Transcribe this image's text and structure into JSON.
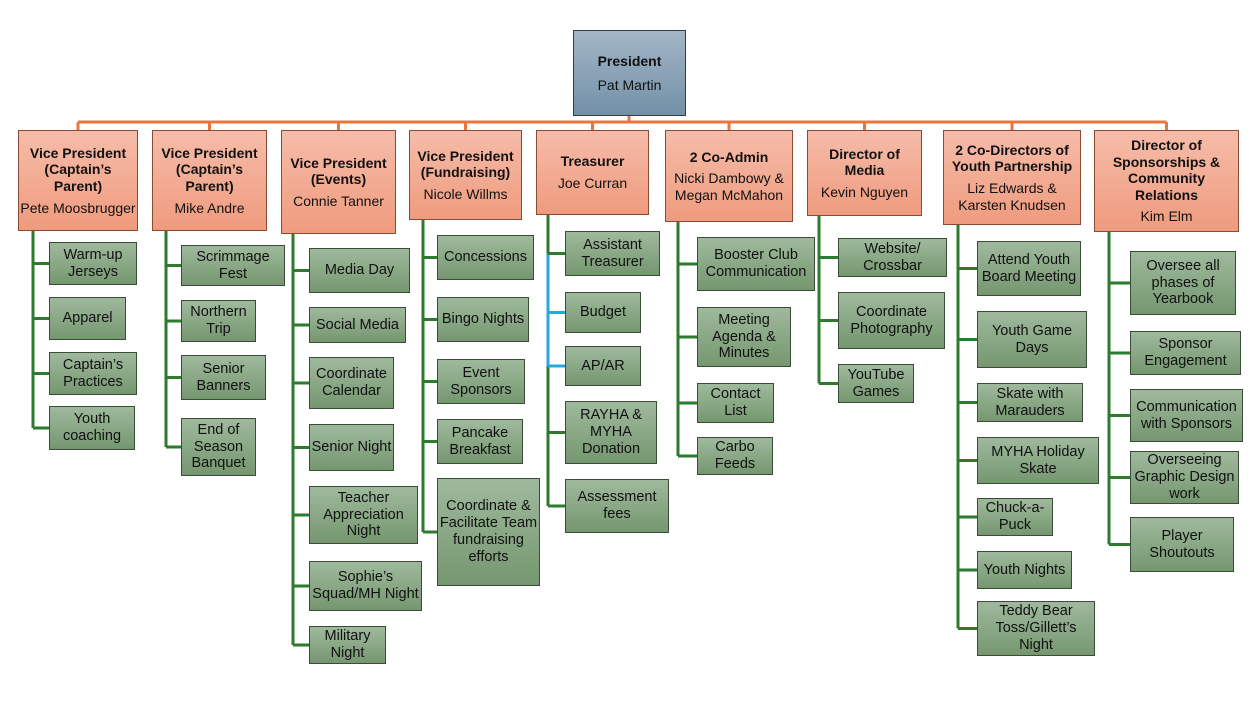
{
  "president": {
    "title": "President",
    "name": "Pat Martin"
  },
  "colors": {
    "top_connector": "#e8773e",
    "sub_connector": "#2e7a2e",
    "highlight_connector": "#29a8e0",
    "president_fill": "#8aa2b6",
    "head_fill": "#f3ab92",
    "task_fill": "#8aa886"
  },
  "departments": [
    {
      "title": "Vice President (Captain’s Parent)",
      "name": "Pete Moosbrugger",
      "tasks": [
        "Warm-up Jerseys",
        "Apparel",
        "Captain’s Practices",
        "Youth coaching"
      ]
    },
    {
      "title": "Vice President (Captain’s Parent)",
      "name": "Mike Andre",
      "tasks": [
        "Scrimmage Fest",
        "Northern Trip",
        "Senior Banners",
        "End of Season Banquet"
      ]
    },
    {
      "title": "Vice President (Events)",
      "name": "Connie Tanner",
      "tasks": [
        "Media Day",
        "Social Media",
        "Coordinate Calendar",
        "Senior Night",
        "Teacher Appreciation Night",
        "Sophie’s Squad/MH Night",
        "Military Night"
      ]
    },
    {
      "title": "Vice President (Fundraising)",
      "name": "Nicole Willms",
      "tasks": [
        "Concessions",
        "Bingo Nights",
        "Event Sponsors",
        "Pancake Breakfast",
        "Coordinate & Facilitate Team fundraising efforts"
      ]
    },
    {
      "title": "Treasurer",
      "name": "Joe Curran",
      "tasks": [
        "Assistant Treasurer",
        "Budget",
        "AP/AR",
        "RAYHA & MYHA Donation",
        "Assessment fees"
      ]
    },
    {
      "title": "2 Co-Admin",
      "name": "Nicki Dambowy & Megan McMahon",
      "tasks": [
        "Booster Club Communication",
        "Meeting Agenda & Minutes",
        "Contact List",
        "Carbo Feeds"
      ]
    },
    {
      "title": "Director of Media",
      "name": "Kevin Nguyen",
      "tasks": [
        "Website/ Crossbar",
        "Coordinate Photography",
        "YouTube Games"
      ]
    },
    {
      "title": "2 Co-Directors of Youth Partnership",
      "name": "Liz Edwards & Karsten Knudsen",
      "tasks": [
        "Attend Youth Board Meeting",
        "Youth Game Days",
        "Skate with Marauders",
        "MYHA Holiday Skate",
        "Chuck-a-Puck",
        "Youth Nights",
        "Teddy Bear Toss/Gillett’s Night"
      ]
    },
    {
      "title": "Director of Sponsorships & Community Relations",
      "name": "Kim Elm",
      "tasks": [
        "Oversee all phases of Yearbook",
        "Sponsor Engagement",
        "Communication with Sponsors",
        "Overseeing Graphic Design work",
        "Player Shoutouts"
      ]
    }
  ]
}
